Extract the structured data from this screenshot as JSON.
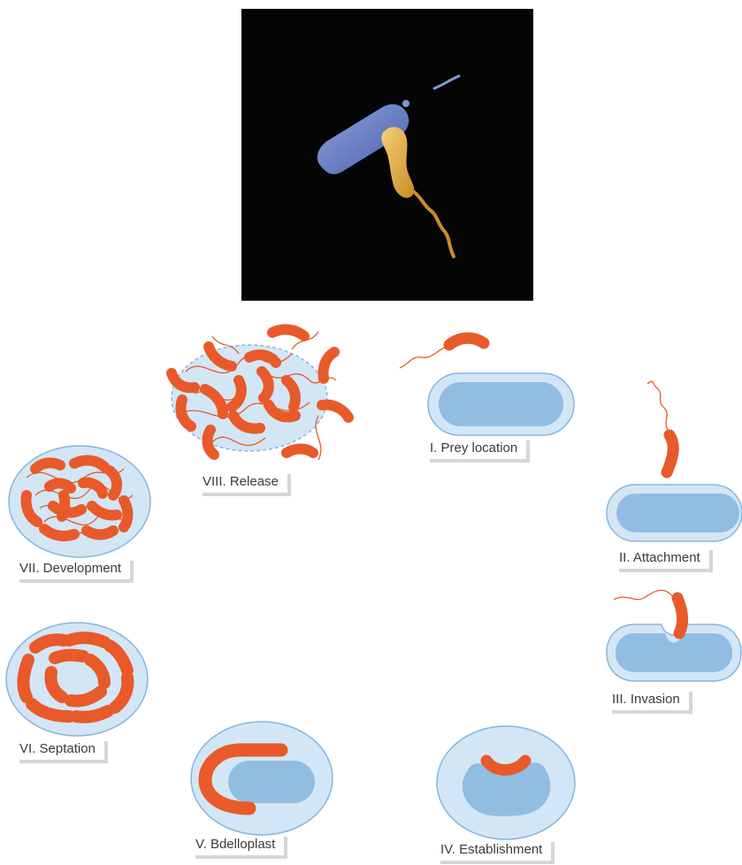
{
  "figure": {
    "stages": [
      {
        "id": "prey-location",
        "label": "I. Prey location"
      },
      {
        "id": "attachment",
        "label": "II. Attachment"
      },
      {
        "id": "invasion",
        "label": "III. Invasion"
      },
      {
        "id": "establishment",
        "label": "IV. Establishment"
      },
      {
        "id": "bdelloplast",
        "label": "V. Bdelloplast"
      },
      {
        "id": "septation",
        "label": "VI. Septation"
      },
      {
        "id": "development",
        "label": "VII. Development"
      },
      {
        "id": "release",
        "label": "VIII. Release"
      }
    ],
    "colors": {
      "predator": "#e85a2a",
      "prey_membrane": "#d3e6f6",
      "prey_cytoplasm": "#92bde3",
      "micrograph_background": "#050505",
      "micrograph_prey": "#6a80c8",
      "micrograph_predator": "#e8b14c"
    }
  }
}
